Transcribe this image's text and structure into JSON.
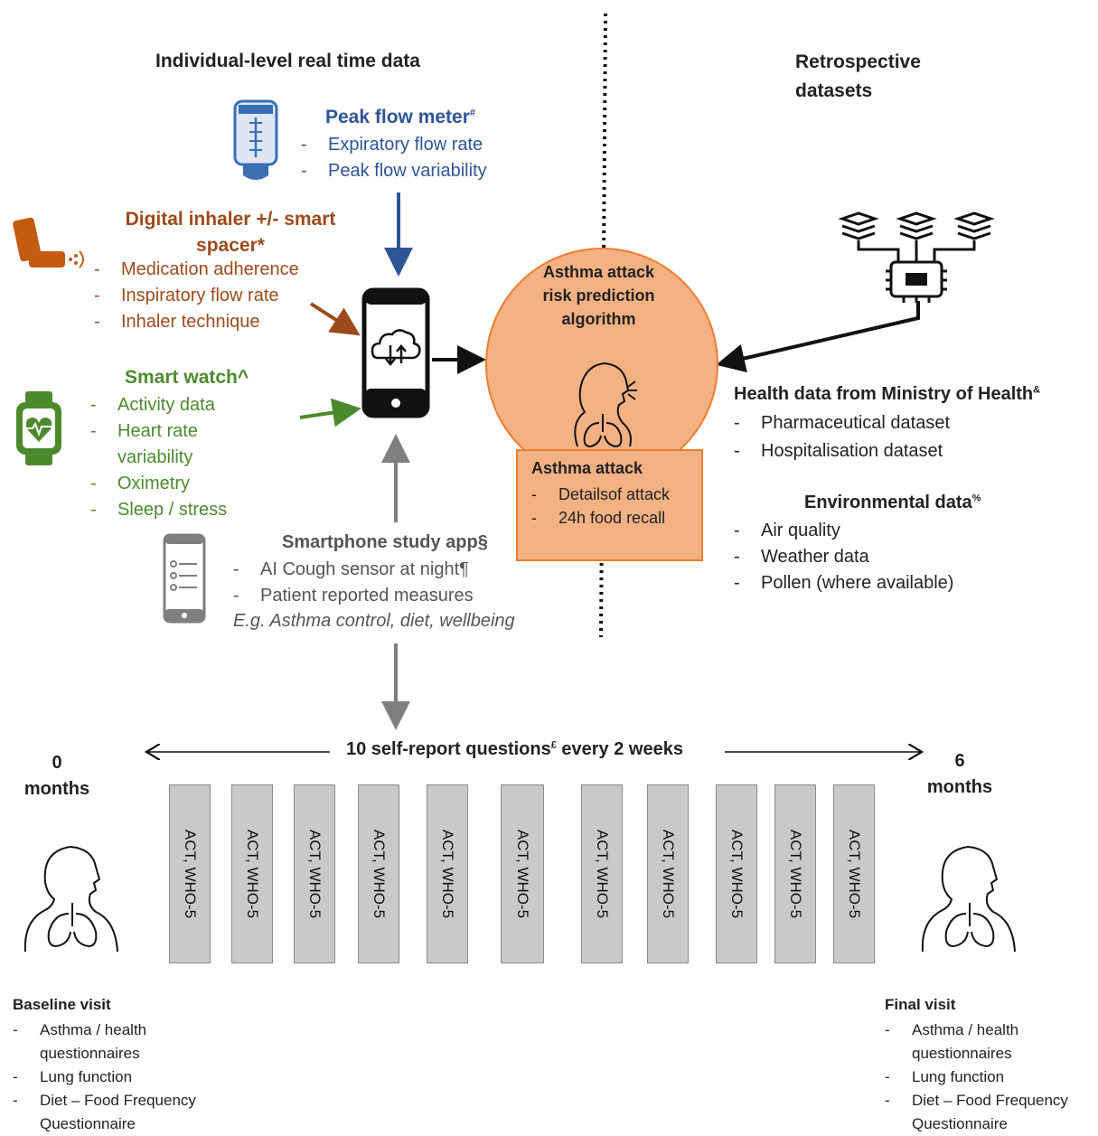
{
  "headings": {
    "realtime": "Individual-level real time data",
    "retrospective": "Retrospective datasets"
  },
  "peak_flow": {
    "title": "Peak flow meter",
    "sup": "#",
    "items": [
      "Expiratory flow rate",
      "Peak flow variability"
    ],
    "color": "#2f5597"
  },
  "inhaler": {
    "title": "Digital inhaler +/- smart spacer*",
    "items": [
      "Medication adherence",
      "Inspiratory flow rate",
      "Inhaler technique"
    ],
    "color": "#9c4a1a"
  },
  "watch": {
    "title": "Smart watch^",
    "items": [
      "Activity data",
      "Heart rate variability",
      "Oximetry",
      "Sleep / stress"
    ],
    "color": "#4d8a2e"
  },
  "app": {
    "title": "Smartphone study app§",
    "items": [
      "AI Cough sensor at night¶",
      "Patient reported measures"
    ],
    "example": "E.g. Asthma control, diet, wellbeing"
  },
  "algorithm": {
    "title": "Asthma attack risk prediction algorithm",
    "circle_color": "#f4b183"
  },
  "attack_box": {
    "title": "Asthma attack",
    "items": [
      "Detailsof attack",
      "24h food recall"
    ],
    "color": "#f4b183"
  },
  "ministry": {
    "title": "Health data from Ministry of Health",
    "sup": "&",
    "items": [
      "Pharmaceutical dataset",
      "Hospitalisation dataset"
    ]
  },
  "environment": {
    "title": "Environmental data",
    "sup": "%",
    "items": [
      "Air quality",
      "Weather data",
      "Pollen (where available)"
    ]
  },
  "timeline": {
    "label": "10 self-report questions",
    "sup": "£",
    "label_suffix": " every 2 weeks",
    "start_num": "0",
    "start_unit": "months",
    "end_num": "6",
    "end_unit": "months",
    "bar_label": "ACT, WHO-5",
    "bar_count": 11
  },
  "baseline": {
    "title": "Baseline visit",
    "items": [
      "Asthma / health questionnaires",
      "Lung function",
      "Diet – Food Frequency Questionnaire"
    ]
  },
  "final": {
    "title": "Final visit",
    "items": [
      "Asthma / health questionnaires",
      "Lung function",
      "Diet – Food Frequency Questionnaire"
    ]
  }
}
